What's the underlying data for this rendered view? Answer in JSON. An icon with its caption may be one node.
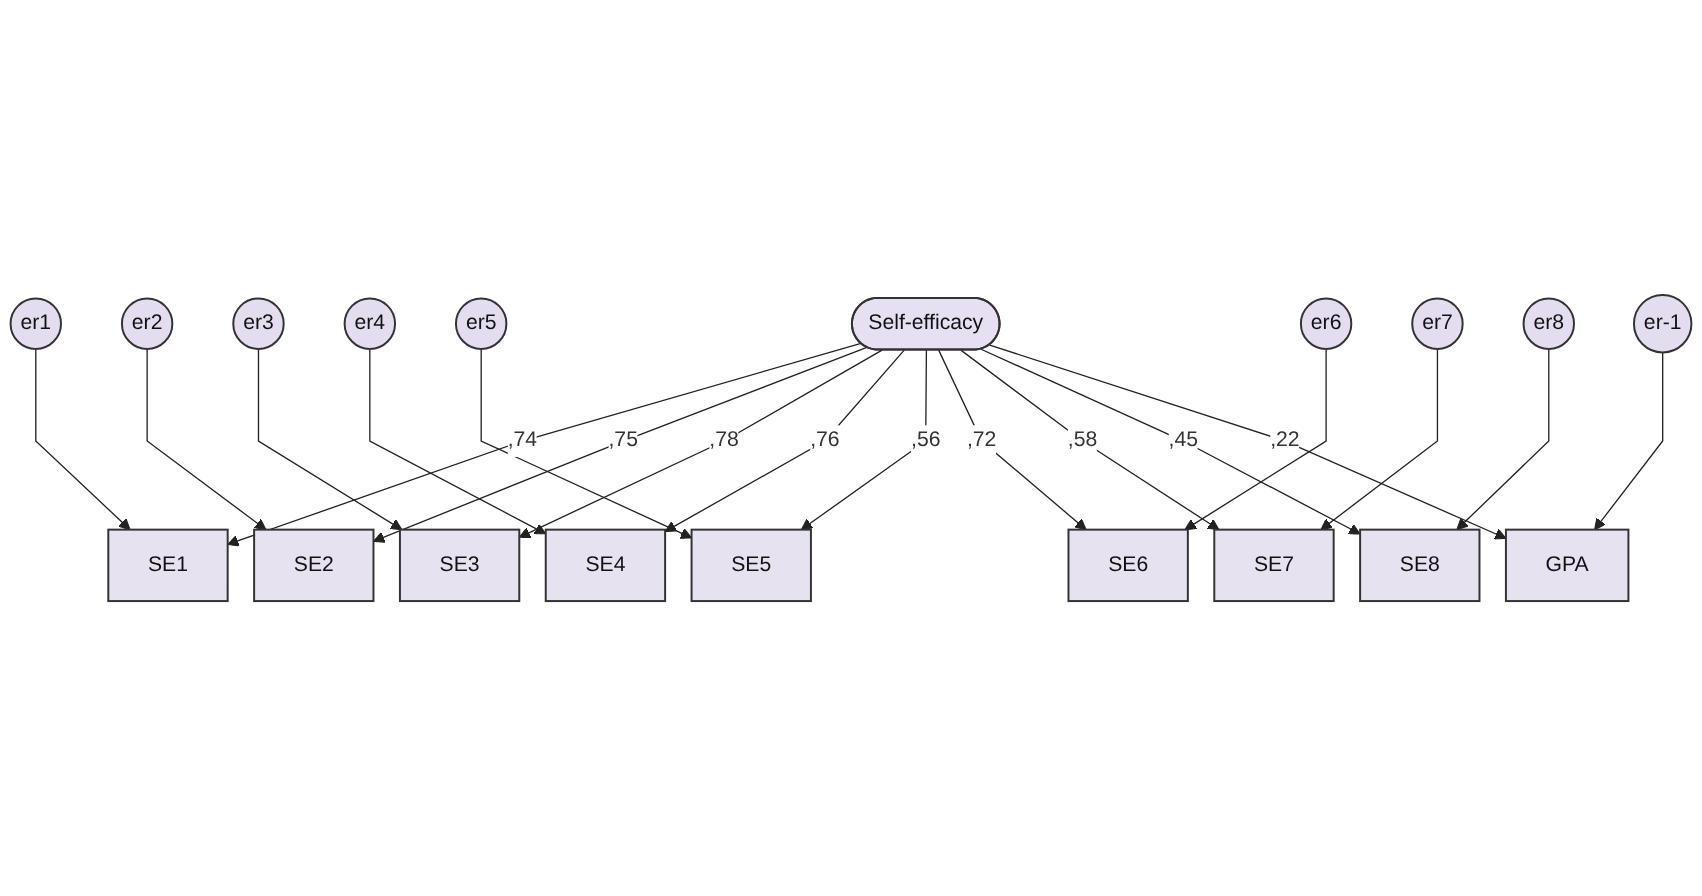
{
  "diagram": {
    "nodes": [
      {
        "text": [
          "er1"
        ]
      },
      {
        "text": [
          "er2"
        ]
      },
      {
        "text": [
          "er3"
        ]
      },
      {
        "text": [
          "er4"
        ]
      },
      {
        "text": [
          "er5"
        ]
      },
      {
        "text": [
          "er6"
        ]
      },
      {
        "text": [
          "er7"
        ]
      },
      {
        "text": [
          "er8"
        ]
      },
      {
        "text": [
          "SE1"
        ]
      },
      {
        "text": [
          "SE2"
        ]
      },
      {
        "text": [
          "SE3"
        ]
      },
      {
        "text": [
          "SE4"
        ]
      },
      {
        "text": [
          "SE5"
        ]
      },
      {
        "text": [
          "SE6"
        ]
      },
      {
        "text": [
          "SE7"
        ]
      },
      {
        "text": [
          "SE8"
        ]
      },
      {
        "text": [
          "Self-efficacy"
        ]
      },
      {
        "text": [
          "er-1"
        ]
      },
      {
        "text": [
          "GPA"
        ]
      }
    ],
    "edges": [
      {
        "from": 0,
        "to": 8,
        "arrow": "to"
      },
      {
        "from": 1,
        "to": 9,
        "arrow": "to"
      },
      {
        "from": 2,
        "to": 10,
        "arrow": "to"
      },
      {
        "from": 3,
        "to": 11,
        "arrow": "to"
      },
      {
        "from": 4,
        "to": 12,
        "arrow": "to"
      },
      {
        "from": 5,
        "to": 13,
        "arrow": "to"
      },
      {
        "from": 6,
        "to": 14,
        "arrow": "to"
      },
      {
        "from": 7,
        "to": 15,
        "arrow": "to"
      },
      {
        "from": 16,
        "to": 8,
        "arrow": "to",
        "label": ",74"
      },
      {
        "from": 16,
        "to": 9,
        "arrow": "to",
        "label": ",75"
      },
      {
        "from": 16,
        "to": 10,
        "arrow": "to",
        "label": ",78"
      },
      {
        "from": 16,
        "to": 11,
        "arrow": "to",
        "label": ",76"
      },
      {
        "from": 16,
        "to": 12,
        "arrow": "to",
        "label": ",56"
      },
      {
        "from": 16,
        "to": 13,
        "arrow": "to",
        "label": ",72"
      },
      {
        "from": 16,
        "to": 14,
        "arrow": "to",
        "label": ",58"
      },
      {
        "from": 16,
        "to": 15,
        "arrow": "to",
        "label": ",45"
      },
      {
        "from": 16,
        "to": 18,
        "arrow": "to",
        "label": ",22"
      },
      {
        "from": 17,
        "to": 18,
        "arrow": "to"
      }
    ]
  }
}
